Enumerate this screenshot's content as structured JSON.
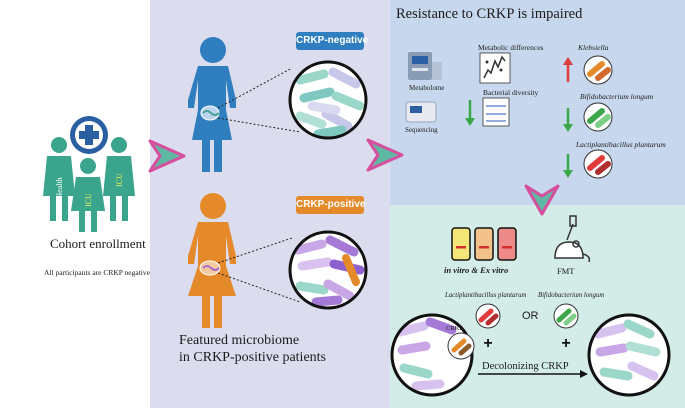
{
  "cohort": {
    "title": "Cohort enrollment",
    "note": "All participants are CRKP negative",
    "person_labels": [
      "Health",
      "ICU",
      "ICU"
    ],
    "colors": {
      "people": "#3aa58c",
      "cross": "#2a5fa3",
      "arrow": "#d64f9f"
    }
  },
  "middle": {
    "negative_badge": "CRKP-negative",
    "positive_badge": "CRKP-positive",
    "caption_line1": "Featured microbiome",
    "caption_line2": "in CRKP-positive patients",
    "colors": {
      "negative": "#2f7fc0",
      "positive": "#e58a2b",
      "background": "#dcdcef"
    }
  },
  "resistance": {
    "title": "Resistance to CRKP is impaired",
    "metabolome": "Metabolome",
    "sequencing": "Sequencing",
    "metabolic_differences": "Metabolic differences",
    "bacterial_diversity": "Bacterial diversity",
    "taxa": [
      {
        "name": "Klebsiella",
        "trend": "up",
        "color": "#e03b3b"
      },
      {
        "name": "Bifidobacterium longum",
        "trend": "down",
        "color": "#3ba64a"
      },
      {
        "name": "Lactiplantibacillus plantarum",
        "trend": "down",
        "color": "#3ba64a"
      }
    ],
    "background": "#c7d8ee"
  },
  "decolonizing": {
    "invitro_label": "in vitro & Ex vitro",
    "fmt_label": "FMT",
    "lacto": "Lactiplantibacillus plantarum",
    "bifi": "Bifidobacterium longum",
    "or": "OR",
    "crkp": "CRKP",
    "plus": "+",
    "decolonizing_label": "Decolonizing CRKP",
    "tube_colors": [
      "#f5e67a",
      "#f2c28a",
      "#ef8a8a"
    ],
    "background": "#d3ece8"
  }
}
